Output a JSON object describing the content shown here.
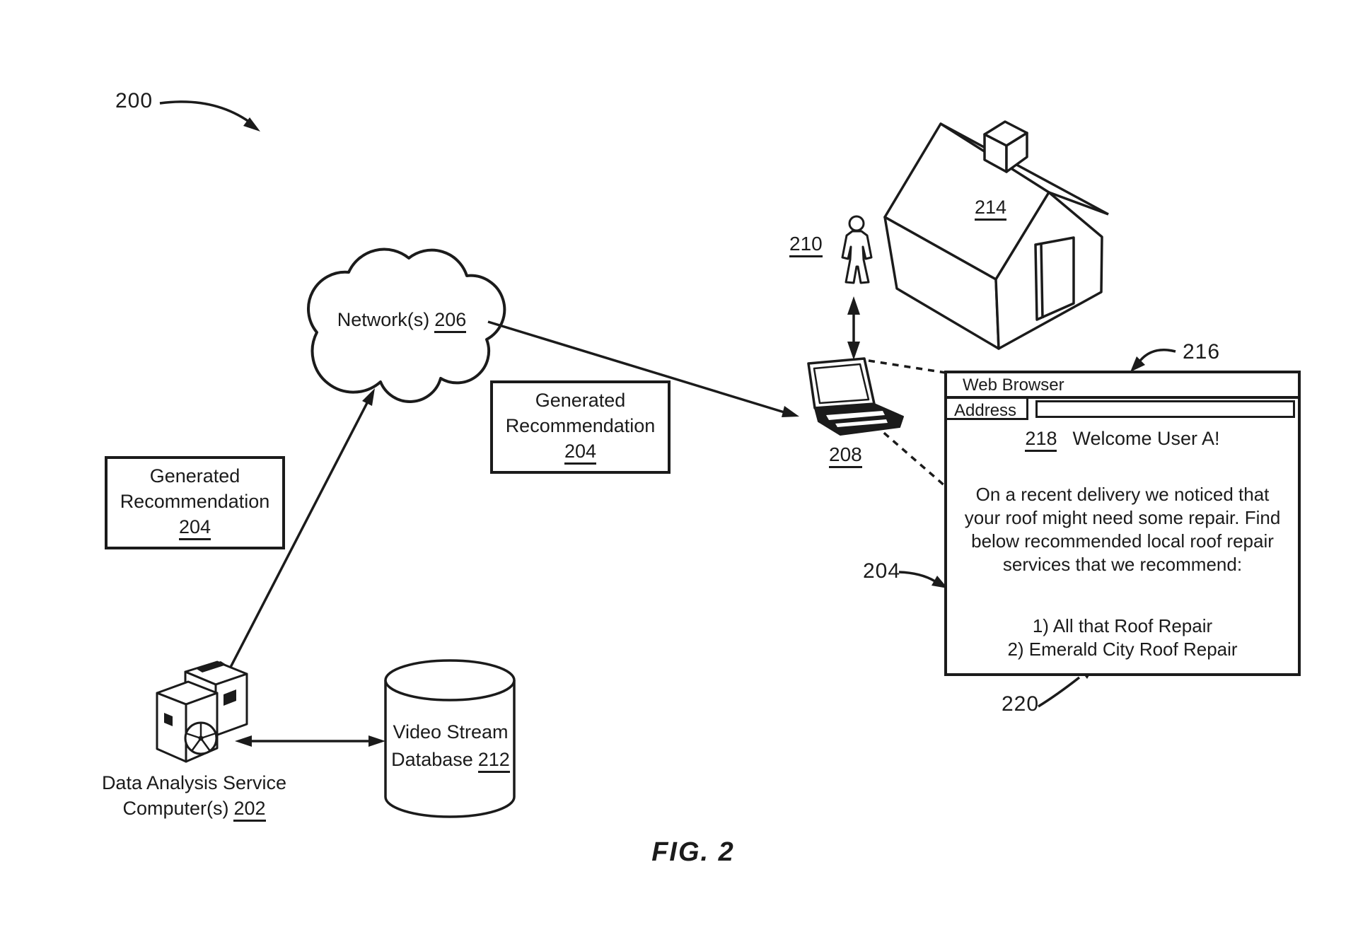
{
  "figure": {
    "ref_label": "200",
    "caption": "FIG. 2"
  },
  "colors": {
    "ink": "#1b1b1b",
    "background": "#ffffff"
  },
  "cloud": {
    "label": "Network(s)",
    "ref": "206"
  },
  "boxes": {
    "left": {
      "line1": "Generated",
      "line2": "Recommendation",
      "ref": "204"
    },
    "right": {
      "line1": "Generated",
      "line2": "Recommendation",
      "ref": "204"
    }
  },
  "server": {
    "label1": "Data Analysis Service",
    "label2": "Computer(s)",
    "ref": "202"
  },
  "database": {
    "label1": "Video Stream",
    "label2": "Database",
    "ref": "212"
  },
  "person": {
    "ref": "210"
  },
  "house": {
    "ref": "214"
  },
  "laptop": {
    "ref": "208"
  },
  "browser": {
    "window_ref": "216",
    "content_ref": "204",
    "bottom_ref": "220",
    "title": "Web Browser",
    "address_label": "Address",
    "address_value": "",
    "heading_ref": "218",
    "heading": "Welcome User A!",
    "body_lines": [
      "On a recent delivery we noticed that",
      "your roof might need some repair. Find",
      "below recommended local roof repair",
      "services that we recommend:"
    ],
    "list_items": [
      "1) All that Roof Repair",
      "2) Emerald City Roof Repair"
    ]
  }
}
